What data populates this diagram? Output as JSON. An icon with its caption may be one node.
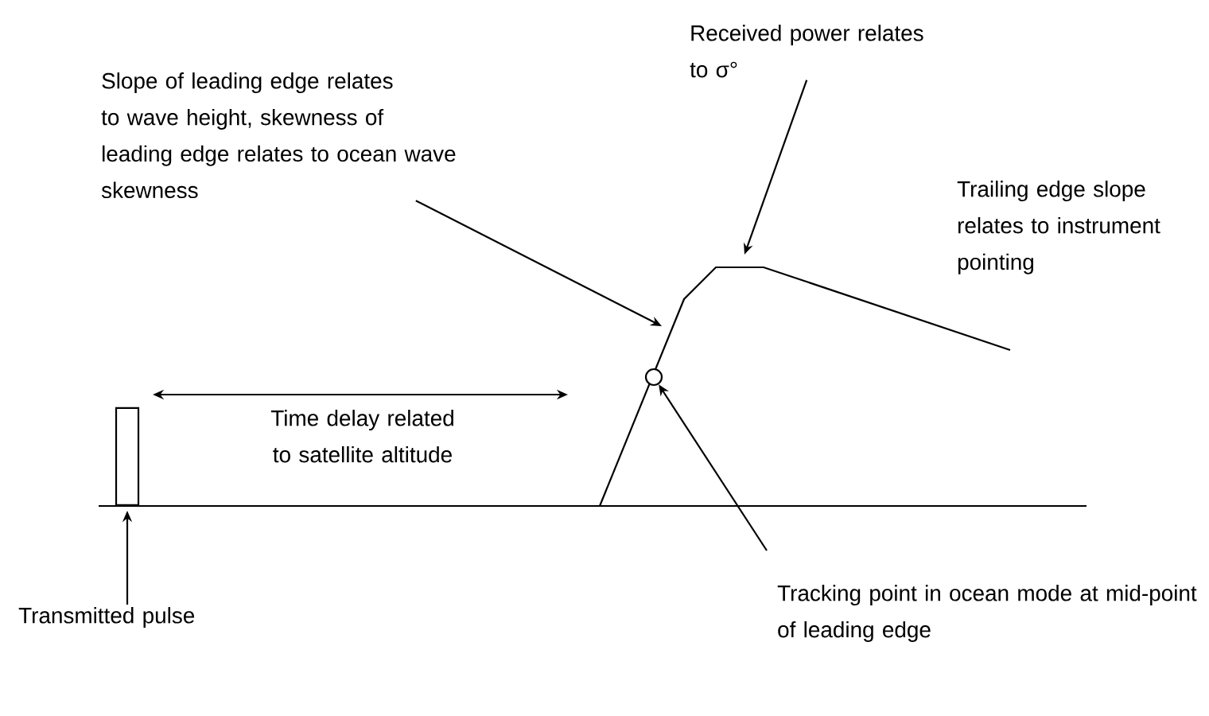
{
  "diagram": {
    "nodes": [
      {
        "text": [
          "Slope of leading edge relates to wave height, skewness of leading edge relates to ocean wave skewness"
        ]
      },
      {
        "text": [
          "Received power relates to σ°"
        ]
      },
      {
        "text": [],
        "shape": "bar"
      },
      {
        "text": [
          "Transmitted pulse"
        ]
      },
      {
        "text": [],
        "shape": "circle"
      },
      {
        "text": [
          "Tracking point in ocean mode at mid-point of leading edge"
        ]
      }
    ],
    "edges": [
      {
        "from": 0,
        "to": null,
        "arrow": "to"
      },
      {
        "from": 1,
        "to": null,
        "arrow": "to"
      },
      {
        "from": 3,
        "to": 2,
        "arrow": "to"
      },
      {
        "from": 5,
        "to": 4,
        "arrow": "to"
      }
    ],
    "labels": [
      "Trailing edge slope relates to instrument pointing",
      "Time delay related to satellite altitude"
    ]
  }
}
